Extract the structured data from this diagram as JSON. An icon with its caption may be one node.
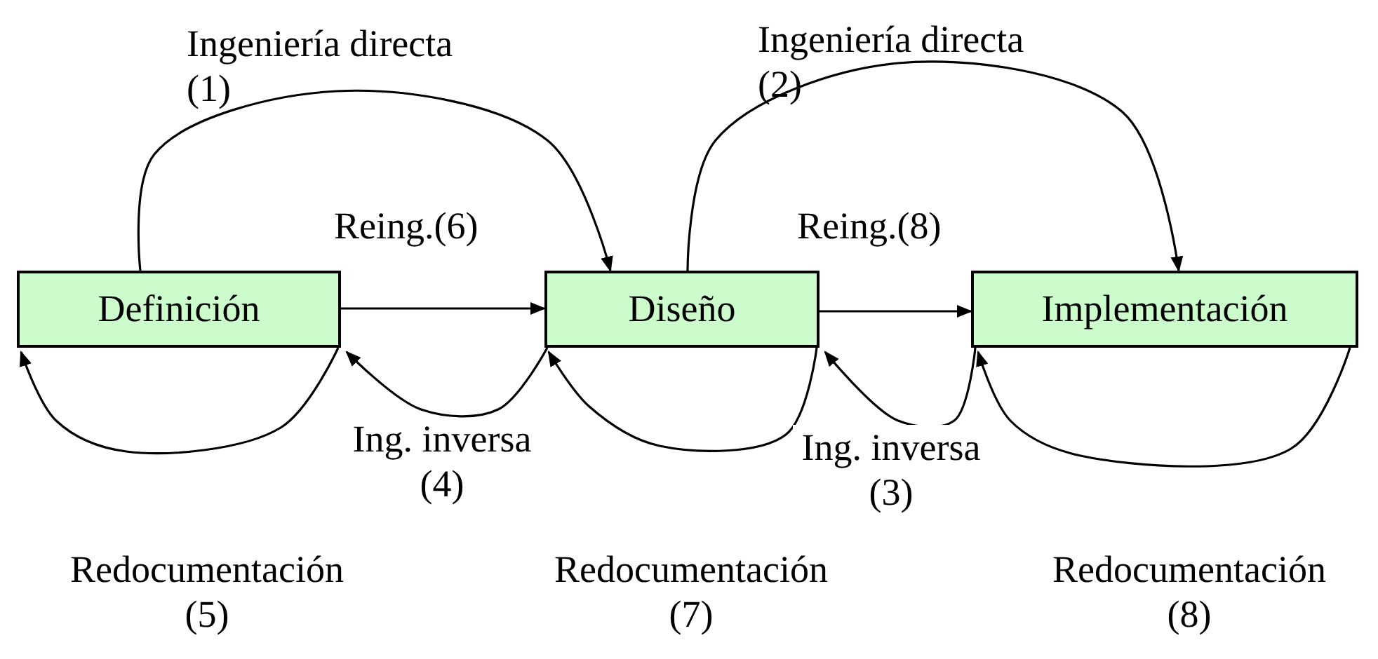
{
  "diagram": {
    "nodes": [
      {
        "text": [
          "Definición"
        ]
      },
      {
        "text": [
          "Diseño"
        ]
      },
      {
        "text": [
          "Implementación"
        ]
      }
    ],
    "edges": [
      {
        "from": 0,
        "to": 1,
        "arrow": "to",
        "label": "Ingeniería directa (1)"
      },
      {
        "from": 1,
        "to": 2,
        "arrow": "to",
        "label": "Ingeniería directa (2)"
      },
      {
        "from": 0,
        "to": 1,
        "arrow": "to",
        "label": "Reing.(6)"
      },
      {
        "from": 1,
        "to": 2,
        "arrow": "to",
        "label": "Reing.(8)"
      },
      {
        "from": 1,
        "to": 0,
        "arrow": "to",
        "label": "Ing. inversa (4)"
      },
      {
        "from": 2,
        "to": 1,
        "arrow": "to",
        "label": "Ing. inversa (3)"
      },
      {
        "from": 0,
        "to": 0,
        "arrow": "to"
      },
      {
        "from": 1,
        "to": 1,
        "arrow": "to"
      },
      {
        "from": 2,
        "to": 2,
        "arrow": "to"
      }
    ],
    "labels": [
      "Redocumentación (5)",
      "Redocumentación (7)",
      "Redocumentación (8)"
    ]
  }
}
